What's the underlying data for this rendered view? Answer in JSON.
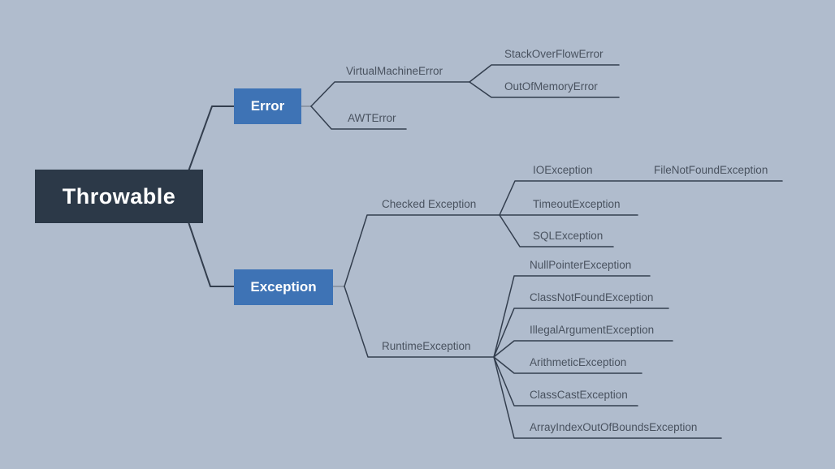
{
  "colors": {
    "canvas_background": "#b0bccd",
    "root_node_background": "#2c3948",
    "branch_node_background": "#3e73b5",
    "node_text": "#ffffff",
    "topic_text": "#49525f",
    "connector_line": "#333e4e",
    "connector_stub": "#8e98a7"
  },
  "mindmap": {
    "root": {
      "label": "Throwable"
    },
    "branches": [
      {
        "label": "Error",
        "children": [
          {
            "label": "VirtualMachineError",
            "children": [
              {
                "label": "StackOverFlowError"
              },
              {
                "label": "OutOfMemoryError"
              }
            ]
          },
          {
            "label": "AWTError"
          }
        ]
      },
      {
        "label": "Exception",
        "children": [
          {
            "label": "Checked Exception",
            "children": [
              {
                "label": "IOException",
                "children": [
                  {
                    "label": "FileNotFoundException"
                  }
                ]
              },
              {
                "label": "TimeoutException"
              },
              {
                "label": "SQLException"
              }
            ]
          },
          {
            "label": "RuntimeException",
            "children": [
              {
                "label": "NullPointerException"
              },
              {
                "label": "ClassNotFoundException"
              },
              {
                "label": "IllegalArgumentException"
              },
              {
                "label": "ArithmeticException"
              },
              {
                "label": "ClassCastException"
              },
              {
                "label": "ArrayIndexOutOfBoundsException"
              }
            ]
          }
        ]
      }
    ]
  }
}
